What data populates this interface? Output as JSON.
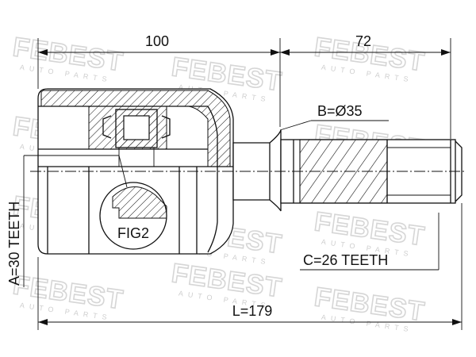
{
  "drawing": {
    "dimensions": {
      "length_a": "100",
      "length_b": "72",
      "total_length": "L=179",
      "shaft_diameter": "B=Ø35",
      "outer_teeth": "C=26 TEETH",
      "inner_teeth": "A=30 TEETH"
    },
    "detail_label": "FIG2",
    "watermark": {
      "logo": "FEBEST",
      "sub": "AUTO PARTS"
    }
  }
}
